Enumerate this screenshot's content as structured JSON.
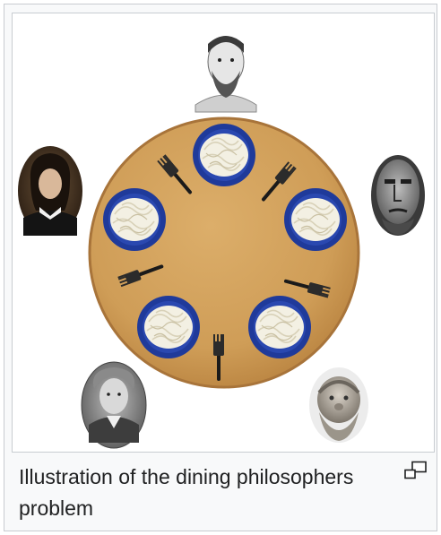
{
  "figure": {
    "caption": "Illustration of the dining philosophers problem",
    "magnify_icon": "enlarge-icon",
    "colors": {
      "frame_border": "#c8ccd1",
      "caption_bg": "#f8f9fa",
      "table_wood": "#d4a560",
      "table_edge": "#b07a3a",
      "plate": "#1f3a9a",
      "spaghetti": "#f2efe2",
      "fork": "#1a1a1a"
    },
    "philosophers": [
      {
        "name": "philosopher-top"
      },
      {
        "name": "philosopher-right"
      },
      {
        "name": "philosopher-bottom-right"
      },
      {
        "name": "philosopher-bottom-left"
      },
      {
        "name": "philosopher-left"
      }
    ],
    "plates_count": 5,
    "forks_count": 5
  }
}
